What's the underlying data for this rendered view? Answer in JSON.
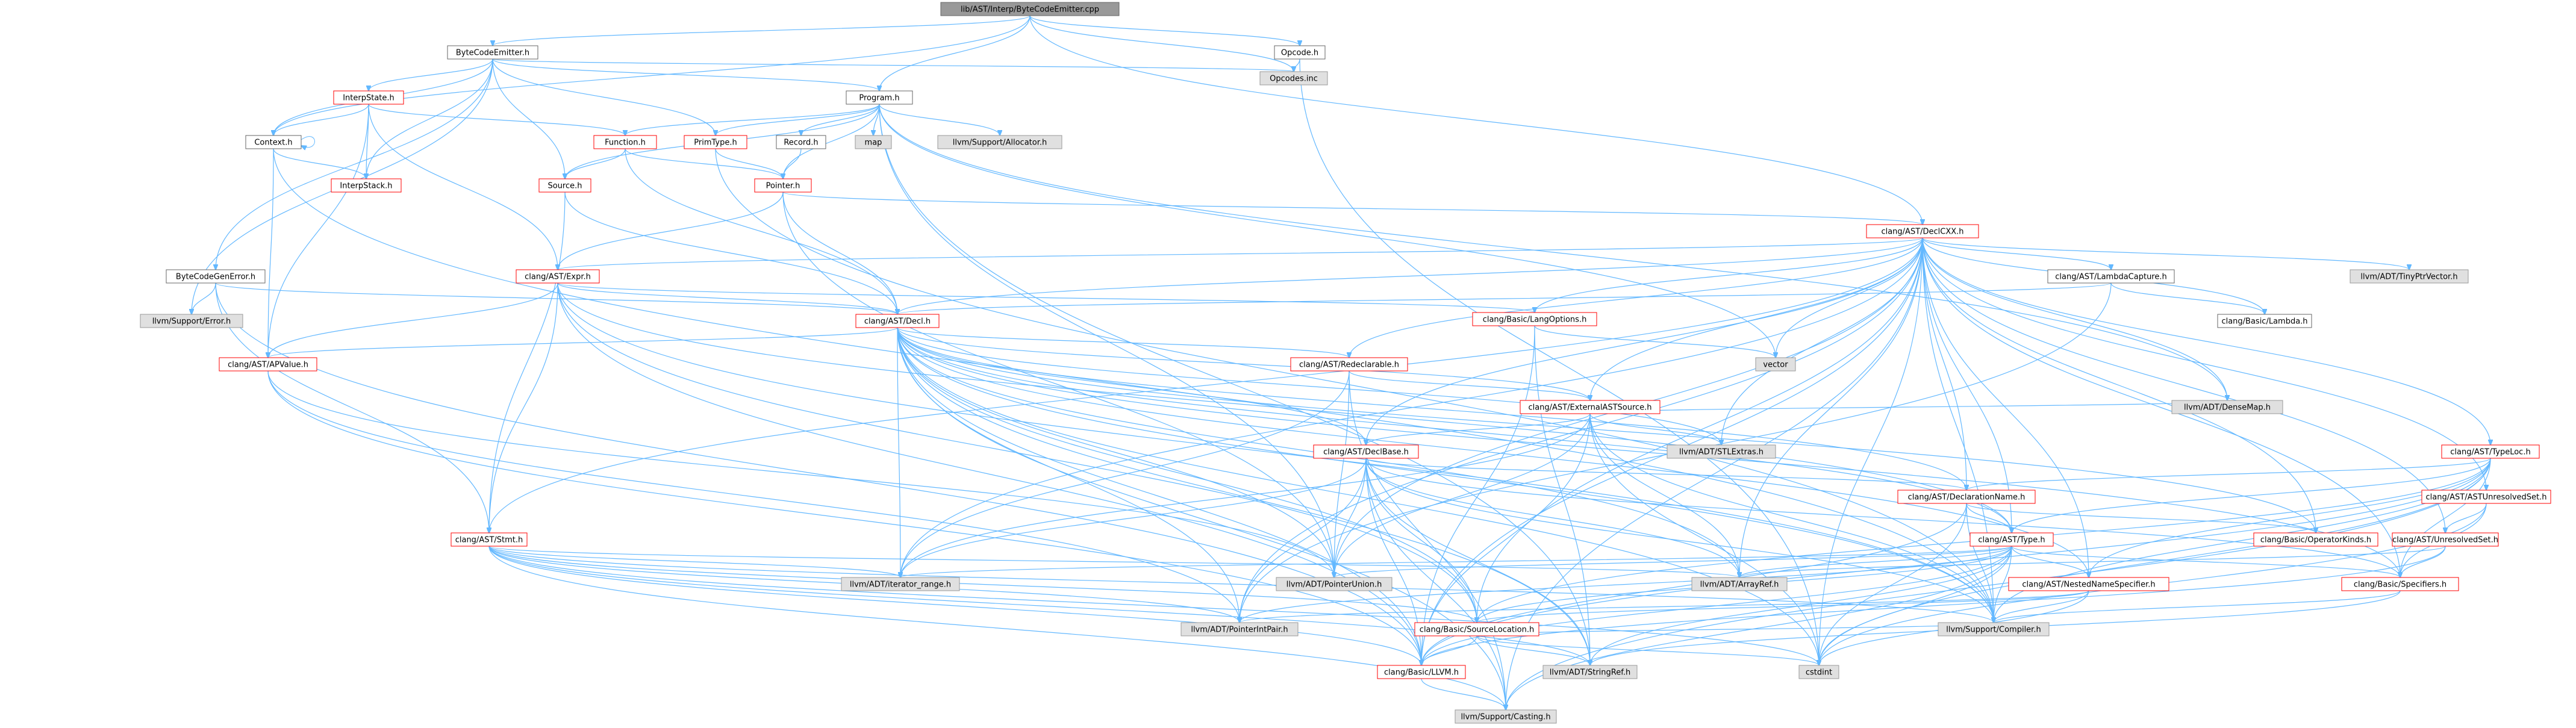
{
  "colors": {
    "edge": "#63b8ff",
    "edge_red": "#b22222",
    "node_fill": "#ffffff",
    "node_stroke_normal": "#666666",
    "node_stroke_red": "#ff0000",
    "node_fill_root": "#999999",
    "node_stroke_root": "#666666",
    "node_fill_external": "#e0e0e0",
    "node_stroke_external": "#999999"
  },
  "graph": {
    "root": "lib/AST/Interp/ByteCodeEmitter.cpp",
    "nodes": [
      {
        "id": "root",
        "label": "lib/AST/Interp/ByteCodeEmitter.cpp",
        "kind": "root"
      },
      {
        "id": "bce_h",
        "label": "ByteCodeEmitter.h",
        "kind": "normal"
      },
      {
        "id": "program_h",
        "label": "Program.h",
        "kind": "normal"
      },
      {
        "id": "opcode_h",
        "label": "Opcode.h",
        "kind": "normal"
      },
      {
        "id": "opcodes_inc",
        "label": "Opcodes.inc",
        "kind": "external"
      },
      {
        "id": "interpstate_h",
        "label": "InterpState.h",
        "kind": "red"
      },
      {
        "id": "context_h",
        "label": "Context.h",
        "kind": "normal"
      },
      {
        "id": "function_h",
        "label": "Function.h",
        "kind": "red"
      },
      {
        "id": "primtype_h",
        "label": "PrimType.h",
        "kind": "red"
      },
      {
        "id": "record_h",
        "label": "Record.h",
        "kind": "normal"
      },
      {
        "id": "map",
        "label": "map",
        "kind": "external"
      },
      {
        "id": "llvm_allocator",
        "label": "llvm/Support/Allocator.h",
        "kind": "external"
      },
      {
        "id": "source_h",
        "label": "Source.h",
        "kind": "red"
      },
      {
        "id": "pointer_h",
        "label": "Pointer.h",
        "kind": "red"
      },
      {
        "id": "interpstack_h",
        "label": "InterpStack.h",
        "kind": "red"
      },
      {
        "id": "bcgenerror_h",
        "label": "ByteCodeGenError.h",
        "kind": "normal"
      },
      {
        "id": "llvm_error",
        "label": "llvm/Support/Error.h",
        "kind": "external"
      },
      {
        "id": "declcxx_h",
        "label": "clang/AST/DeclCXX.h",
        "kind": "red"
      },
      {
        "id": "expr_h",
        "label": "clang/AST/Expr.h",
        "kind": "red"
      },
      {
        "id": "lambdacapture_h",
        "label": "clang/AST/LambdaCapture.h",
        "kind": "normal"
      },
      {
        "id": "tinyptrvector",
        "label": "llvm/ADT/TinyPtrVector.h",
        "kind": "external"
      },
      {
        "id": "langoptions_h",
        "label": "clang/Basic/LangOptions.h",
        "kind": "red"
      },
      {
        "id": "lambda_h",
        "label": "clang/Basic/Lambda.h",
        "kind": "normal"
      },
      {
        "id": "decl_h",
        "label": "clang/AST/Decl.h",
        "kind": "red"
      },
      {
        "id": "vector",
        "label": "vector",
        "kind": "external"
      },
      {
        "id": "apvalue_h",
        "label": "clang/AST/APValue.h",
        "kind": "red"
      },
      {
        "id": "redeclarable_h",
        "label": "clang/AST/Redeclarable.h",
        "kind": "red"
      },
      {
        "id": "externalastsource_h",
        "label": "clang/AST/ExternalASTSource.h",
        "kind": "red"
      },
      {
        "id": "densemap",
        "label": "llvm/ADT/DenseMap.h",
        "kind": "external"
      },
      {
        "id": "stlextras",
        "label": "llvm/ADT/STLExtras.h",
        "kind": "external"
      },
      {
        "id": "declbase_h",
        "label": "clang/AST/DeclBase.h",
        "kind": "red"
      },
      {
        "id": "typeloc_h",
        "label": "clang/AST/TypeLoc.h",
        "kind": "red"
      },
      {
        "id": "astunresolvedset_h",
        "label": "clang/AST/ASTUnresolvedSet.h",
        "kind": "red"
      },
      {
        "id": "unresolvedset_h",
        "label": "clang/AST/UnresolvedSet.h",
        "kind": "red"
      },
      {
        "id": "declarationname_h",
        "label": "clang/AST/DeclarationName.h",
        "kind": "red"
      },
      {
        "id": "stmt_h",
        "label": "clang/AST/Stmt.h",
        "kind": "red"
      },
      {
        "id": "type_h",
        "label": "clang/AST/Type.h",
        "kind": "red"
      },
      {
        "id": "operatorkinds_h",
        "label": "clang/Basic/OperatorKinds.h",
        "kind": "red"
      },
      {
        "id": "nestednamespecifier_h",
        "label": "clang/AST/NestedNameSpecifier.h",
        "kind": "red"
      },
      {
        "id": "specifiers_h",
        "label": "clang/Basic/Specifiers.h",
        "kind": "red"
      },
      {
        "id": "iterator_range",
        "label": "llvm/ADT/iterator_range.h",
        "kind": "external"
      },
      {
        "id": "pointerunion",
        "label": "llvm/ADT/PointerUnion.h",
        "kind": "external"
      },
      {
        "id": "arrayref",
        "label": "llvm/ADT/ArrayRef.h",
        "kind": "external"
      },
      {
        "id": "pointerintpair",
        "label": "llvm/ADT/PointerIntPair.h",
        "kind": "external"
      },
      {
        "id": "sourcelocation_h",
        "label": "clang/Basic/SourceLocation.h",
        "kind": "red"
      },
      {
        "id": "compiler_h",
        "label": "llvm/Support/Compiler.h",
        "kind": "external"
      },
      {
        "id": "llvm_h",
        "label": "clang/Basic/LLVM.h",
        "kind": "red"
      },
      {
        "id": "stringref",
        "label": "llvm/ADT/StringRef.h",
        "kind": "external"
      },
      {
        "id": "cstdint",
        "label": "cstdint",
        "kind": "external"
      },
      {
        "id": "casting",
        "label": "llvm/Support/Casting.h",
        "kind": "external"
      }
    ],
    "edges": [
      [
        "root",
        "bce_h"
      ],
      [
        "root",
        "program_h"
      ],
      [
        "root",
        "opcode_h"
      ],
      [
        "root",
        "opcodes_inc"
      ],
      [
        "root",
        "context_h"
      ],
      [
        "root",
        "declcxx_h"
      ],
      [
        "bce_h",
        "interpstate_h"
      ],
      [
        "bce_h",
        "context_h"
      ],
      [
        "bce_h",
        "program_h"
      ],
      [
        "bce_h",
        "primtype_h"
      ],
      [
        "bce_h",
        "source_h"
      ],
      [
        "bce_h",
        "interpstack_h"
      ],
      [
        "bce_h",
        "bcgenerror_h"
      ],
      [
        "bce_h",
        "llvm_error"
      ],
      [
        "bce_h",
        "opcodes_inc"
      ],
      [
        "opcode_h",
        "opcodes_inc"
      ],
      [
        "opcode_h",
        "cstdint"
      ],
      [
        "interpstate_h",
        "context_h"
      ],
      [
        "interpstate_h",
        "function_h"
      ],
      [
        "interpstate_h",
        "interpstack_h"
      ],
      [
        "interpstate_h",
        "expr_h"
      ],
      [
        "interpstate_h",
        "apvalue_h"
      ],
      [
        "context_h",
        "context_h"
      ],
      [
        "context_h",
        "interpstack_h"
      ],
      [
        "context_h",
        "apvalue_h"
      ],
      [
        "context_h",
        "compiler_h"
      ],
      [
        "program_h",
        "function_h"
      ],
      [
        "program_h",
        "pointer_h"
      ],
      [
        "program_h",
        "primtype_h"
      ],
      [
        "program_h",
        "record_h"
      ],
      [
        "program_h",
        "source_h"
      ],
      [
        "program_h",
        "map"
      ],
      [
        "program_h",
        "llvm_allocator"
      ],
      [
        "program_h",
        "densemap"
      ],
      [
        "program_h",
        "pointerunion"
      ],
      [
        "program_h",
        "stringref"
      ],
      [
        "program_h",
        "vector"
      ],
      [
        "function_h",
        "source_h"
      ],
      [
        "function_h",
        "pointer_h"
      ],
      [
        "function_h",
        "decl_h"
      ],
      [
        "primtype_h",
        "pointer_h"
      ],
      [
        "primtype_h",
        "compiler_h"
      ],
      [
        "record_h",
        "pointer_h"
      ],
      [
        "source_h",
        "decl_h"
      ],
      [
        "source_h",
        "stmt_h"
      ],
      [
        "pointer_h",
        "declcxx_h"
      ],
      [
        "pointer_h",
        "expr_h"
      ],
      [
        "pointer_h",
        "decl_h"
      ],
      [
        "pointer_h",
        "pointerunion"
      ],
      [
        "bcgenerror_h",
        "decl_h"
      ],
      [
        "bcgenerror_h",
        "stmt_h"
      ],
      [
        "bcgenerror_h",
        "llvm_error"
      ],
      [
        "bcgenerror_h",
        "llvm_h"
      ],
      [
        "declcxx_h",
        "expr_h"
      ],
      [
        "declcxx_h",
        "lambdacapture_h"
      ],
      [
        "declcxx_h",
        "tinyptrvector"
      ],
      [
        "declcxx_h",
        "langoptions_h"
      ],
      [
        "declcxx_h",
        "lambda_h"
      ],
      [
        "declcxx_h",
        "decl_h"
      ],
      [
        "declcxx_h",
        "vector"
      ],
      [
        "declcxx_h",
        "redeclarable_h"
      ],
      [
        "declcxx_h",
        "externalastsource_h"
      ],
      [
        "declcxx_h",
        "densemap"
      ],
      [
        "declcxx_h",
        "stlextras"
      ],
      [
        "declcxx_h",
        "declbase_h"
      ],
      [
        "declcxx_h",
        "typeloc_h"
      ],
      [
        "declcxx_h",
        "astunresolvedset_h"
      ],
      [
        "declcxx_h",
        "unresolvedset_h"
      ],
      [
        "declcxx_h",
        "declarationname_h"
      ],
      [
        "declcxx_h",
        "stmt_h"
      ],
      [
        "declcxx_h",
        "type_h"
      ],
      [
        "declcxx_h",
        "operatorkinds_h"
      ],
      [
        "declcxx_h",
        "nestednamespecifier_h"
      ],
      [
        "declcxx_h",
        "specifiers_h"
      ],
      [
        "declcxx_h",
        "iterator_range"
      ],
      [
        "declcxx_h",
        "pointerunion"
      ],
      [
        "declcxx_h",
        "arrayref"
      ],
      [
        "declcxx_h",
        "pointerintpair"
      ],
      [
        "declcxx_h",
        "sourcelocation_h"
      ],
      [
        "declcxx_h",
        "compiler_h"
      ],
      [
        "declcxx_h",
        "llvm_h"
      ],
      [
        "declcxx_h",
        "cstdint"
      ],
      [
        "declcxx_h",
        "casting"
      ],
      [
        "expr_h",
        "decl_h"
      ],
      [
        "expr_h",
        "apvalue_h"
      ],
      [
        "expr_h",
        "stmt_h"
      ],
      [
        "expr_h",
        "type_h"
      ],
      [
        "expr_h",
        "langoptions_h"
      ],
      [
        "expr_h",
        "compiler_h"
      ],
      [
        "expr_h",
        "llvm_h"
      ],
      [
        "expr_h",
        "sourcelocation_h"
      ],
      [
        "lambdacapture_h",
        "decl_h"
      ],
      [
        "lambdacapture_h",
        "lambda_h"
      ],
      [
        "lambdacapture_h",
        "pointerintpair"
      ],
      [
        "langoptions_h",
        "vector"
      ],
      [
        "langoptions_h",
        "llvm_h"
      ],
      [
        "langoptions_h",
        "stringref"
      ],
      [
        "decl_h",
        "apvalue_h"
      ],
      [
        "decl_h",
        "redeclarable_h"
      ],
      [
        "decl_h",
        "externalastsource_h"
      ],
      [
        "decl_h",
        "declbase_h"
      ],
      [
        "decl_h",
        "declarationname_h"
      ],
      [
        "decl_h",
        "type_h"
      ],
      [
        "decl_h",
        "nestednamespecifier_h"
      ],
      [
        "decl_h",
        "specifiers_h"
      ],
      [
        "decl_h",
        "operatorkinds_h"
      ],
      [
        "decl_h",
        "iterator_range"
      ],
      [
        "decl_h",
        "pointerunion"
      ],
      [
        "decl_h",
        "arrayref"
      ],
      [
        "decl_h",
        "pointerintpair"
      ],
      [
        "decl_h",
        "sourcelocation_h"
      ],
      [
        "decl_h",
        "compiler_h"
      ],
      [
        "decl_h",
        "llvm_h"
      ],
      [
        "decl_h",
        "stringref"
      ],
      [
        "decl_h",
        "casting"
      ],
      [
        "decl_h",
        "cstdint"
      ],
      [
        "decl_h",
        "stlextras"
      ],
      [
        "apvalue_h",
        "llvm_h"
      ],
      [
        "apvalue_h",
        "pointerintpair"
      ],
      [
        "apvalue_h",
        "pointerunion"
      ],
      [
        "redeclarable_h",
        "externalastsource_h"
      ],
      [
        "redeclarable_h",
        "pointerunion"
      ],
      [
        "redeclarable_h",
        "iterator_range"
      ],
      [
        "redeclarable_h",
        "casting"
      ],
      [
        "externalastsource_h",
        "declbase_h"
      ],
      [
        "externalastsource_h",
        "densemap"
      ],
      [
        "externalastsource_h",
        "stlextras"
      ],
      [
        "externalastsource_h",
        "arrayref"
      ],
      [
        "externalastsource_h",
        "pointerunion"
      ],
      [
        "externalastsource_h",
        "iterator_range"
      ],
      [
        "externalastsource_h",
        "llvm_h"
      ],
      [
        "externalastsource_h",
        "cstdint"
      ],
      [
        "externalastsource_h",
        "compiler_h"
      ],
      [
        "declbase_h",
        "declarationname_h"
      ],
      [
        "declbase_h",
        "specifiers_h"
      ],
      [
        "declbase_h",
        "sourcelocation_h"
      ],
      [
        "declbase_h",
        "llvm_h"
      ],
      [
        "declbase_h",
        "arrayref"
      ],
      [
        "declbase_h",
        "pointerintpair"
      ],
      [
        "declbase_h",
        "pointerunion"
      ],
      [
        "declbase_h",
        "iterator_range"
      ],
      [
        "declbase_h",
        "compiler_h"
      ],
      [
        "declbase_h",
        "casting"
      ],
      [
        "declbase_h",
        "stringref"
      ],
      [
        "typeloc_h",
        "declarationname_h"
      ],
      [
        "typeloc_h",
        "nestednamespecifier_h"
      ],
      [
        "typeloc_h",
        "type_h"
      ],
      [
        "typeloc_h",
        "specifiers_h"
      ],
      [
        "typeloc_h",
        "sourcelocation_h"
      ],
      [
        "typeloc_h",
        "llvm_h"
      ],
      [
        "typeloc_h",
        "compiler_h"
      ],
      [
        "typeloc_h",
        "casting"
      ],
      [
        "typeloc_h",
        "cstdint"
      ],
      [
        "astunresolvedset_h",
        "unresolvedset_h"
      ],
      [
        "astunresolvedset_h",
        "specifiers_h"
      ],
      [
        "astunresolvedset_h",
        "cstdint"
      ],
      [
        "unresolvedset_h",
        "specifiers_h"
      ],
      [
        "unresolvedset_h",
        "arrayref"
      ],
      [
        "unresolvedset_h",
        "llvm_h"
      ],
      [
        "declarationname_h",
        "type_h"
      ],
      [
        "declarationname_h",
        "operatorkinds_h"
      ],
      [
        "declarationname_h",
        "compiler_h"
      ],
      [
        "declarationname_h",
        "llvm_h"
      ],
      [
        "declarationname_h",
        "cstdint"
      ],
      [
        "stmt_h",
        "iterator_range"
      ],
      [
        "stmt_h",
        "arrayref"
      ],
      [
        "stmt_h",
        "pointerintpair"
      ],
      [
        "stmt_h",
        "sourcelocation_h"
      ],
      [
        "stmt_h",
        "compiler_h"
      ],
      [
        "stmt_h",
        "llvm_h"
      ],
      [
        "stmt_h",
        "stringref"
      ],
      [
        "stmt_h",
        "casting"
      ],
      [
        "stmt_h",
        "cstdint"
      ],
      [
        "type_h",
        "nestednamespecifier_h"
      ],
      [
        "type_h",
        "specifiers_h"
      ],
      [
        "type_h",
        "iterator_range"
      ],
      [
        "type_h",
        "pointerunion"
      ],
      [
        "type_h",
        "arrayref"
      ],
      [
        "type_h",
        "pointerintpair"
      ],
      [
        "type_h",
        "sourcelocation_h"
      ],
      [
        "type_h",
        "compiler_h"
      ],
      [
        "type_h",
        "llvm_h"
      ],
      [
        "type_h",
        "stringref"
      ],
      [
        "type_h",
        "casting"
      ],
      [
        "type_h",
        "cstdint"
      ],
      [
        "nestednamespecifier_h",
        "compiler_h"
      ],
      [
        "nestednamespecifier_h",
        "pointerintpair"
      ],
      [
        "nestednamespecifier_h",
        "sourcelocation_h"
      ],
      [
        "nestednamespecifier_h",
        "cstdint"
      ],
      [
        "specifiers_h",
        "compiler_h"
      ],
      [
        "specifiers_h",
        "stringref"
      ],
      [
        "sourcelocation_h",
        "llvm_h"
      ],
      [
        "sourcelocation_h",
        "compiler_h"
      ],
      [
        "sourcelocation_h",
        "cstdint"
      ],
      [
        "sourcelocation_h",
        "stringref"
      ],
      [
        "llvm_h",
        "casting"
      ]
    ]
  }
}
